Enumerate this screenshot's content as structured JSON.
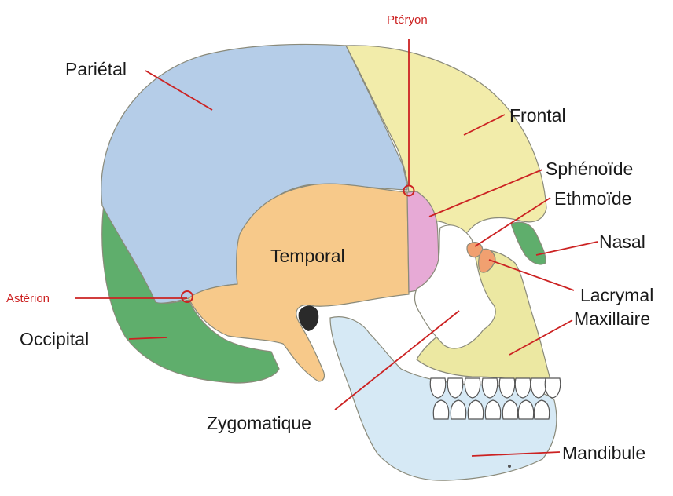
{
  "labels": {
    "pterion": "Ptéryon",
    "parietal": "Pariétal",
    "frontal": "Frontal",
    "sphenoide": "Sphénoïde",
    "ethmoide": "Ethmoïde",
    "nasal": "Nasal",
    "temporal": "Temporal",
    "asterion": "Astérion",
    "lacrymal": "Lacrymal",
    "maxillaire": "Maxillaire",
    "occipital": "Occipital",
    "zygomatique": "Zygomatique",
    "mandibule": "Mandibule"
  },
  "colors": {
    "parietal": "#b5cde8",
    "frontal": "#f2ecaa",
    "temporal": "#f7c98a",
    "sphenoide": "#e7aad6",
    "occipital": "#5fae6c",
    "mandibule": "#d6e9f5",
    "zygomatique": "#ffffff",
    "maxillaire": "#ece8a2",
    "nasal": "#5fae6c",
    "ethmoide": "#f1a070",
    "leader_line": "#cc2222",
    "outline": "#8a8a7a"
  }
}
